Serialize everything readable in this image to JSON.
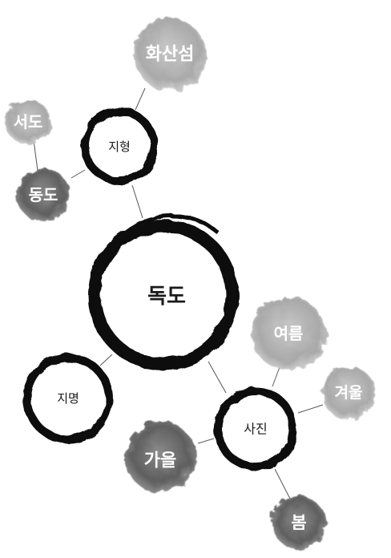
{
  "center": {
    "label": "독도"
  },
  "topic_terrain": {
    "label": "지형"
  },
  "topic_place_name": {
    "label": "지명"
  },
  "topic_photos": {
    "label": "사진"
  },
  "terrain_children": {
    "volcanic_island": "화산섬",
    "west_island": "서도",
    "east_island": "동도"
  },
  "photo_children": {
    "summer": "여름",
    "winter": "겨울",
    "autumn": "가을",
    "spring": "봄"
  },
  "colors": {
    "ink": "#111111",
    "blob_light": "#b8b8b8",
    "blob_dark": "#6e6e6e",
    "line": "#555555",
    "blob_text": "#ffffff"
  }
}
